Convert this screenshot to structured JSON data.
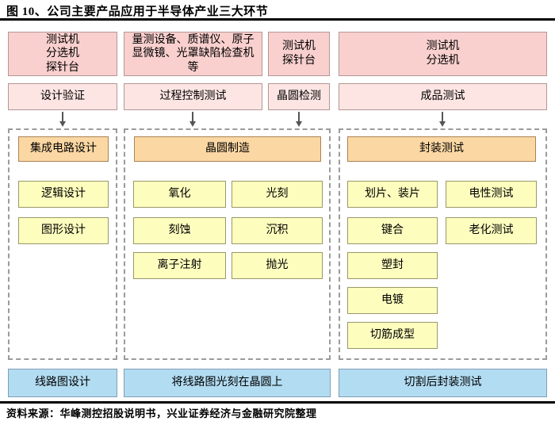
{
  "title": "图 10、公司主要产品应用于半导体产业三大环节",
  "source": "资料来源：华峰测控招股说明书，兴业证券经济与金融研究院整理",
  "colors": {
    "pink_top_fill": "#f9d0ce",
    "pink_bottom_fill": "#fce5e3",
    "pink_border": "#b39795",
    "orange_fill": "#fbd7a3",
    "orange_border": "#aa8353",
    "yellow_fill": "#fdfdbe",
    "yellow_border": "#99996b",
    "blue_fill": "#b2dcf2",
    "blue_border": "#7f9fb3",
    "dashed_border": "#9b9b9b",
    "arrow": "#555555",
    "rule": "#000000"
  },
  "products_row": [
    {
      "label": "测试机\n分选机\n探针台"
    },
    {
      "label": "量测设备、质谱仪、原子显微镜、光罩缺陷检查机等"
    },
    {
      "label": "测试机\n探针台"
    },
    {
      "label": "测试机\n分选机"
    }
  ],
  "test_row": [
    "设计验证",
    "过程控制测试",
    "晶圆检测",
    "成品测试"
  ],
  "sections": [
    {
      "header": "集成电路设计",
      "steps": [
        "逻辑设计",
        "图形设计"
      ]
    },
    {
      "header": "晶圆制造",
      "steps": [
        "氧化",
        "光刻",
        "刻蚀",
        "沉积",
        "离子注射",
        "抛光"
      ]
    },
    {
      "header": "封装测试",
      "steps": [
        "划片、装片",
        "电性测试",
        "键合",
        "老化测试",
        "塑封",
        "电镀",
        "切筋成型"
      ]
    }
  ],
  "bottom_row": [
    "线路图设计",
    "将线路图光刻在晶圆上",
    "切割后封装测试"
  ]
}
